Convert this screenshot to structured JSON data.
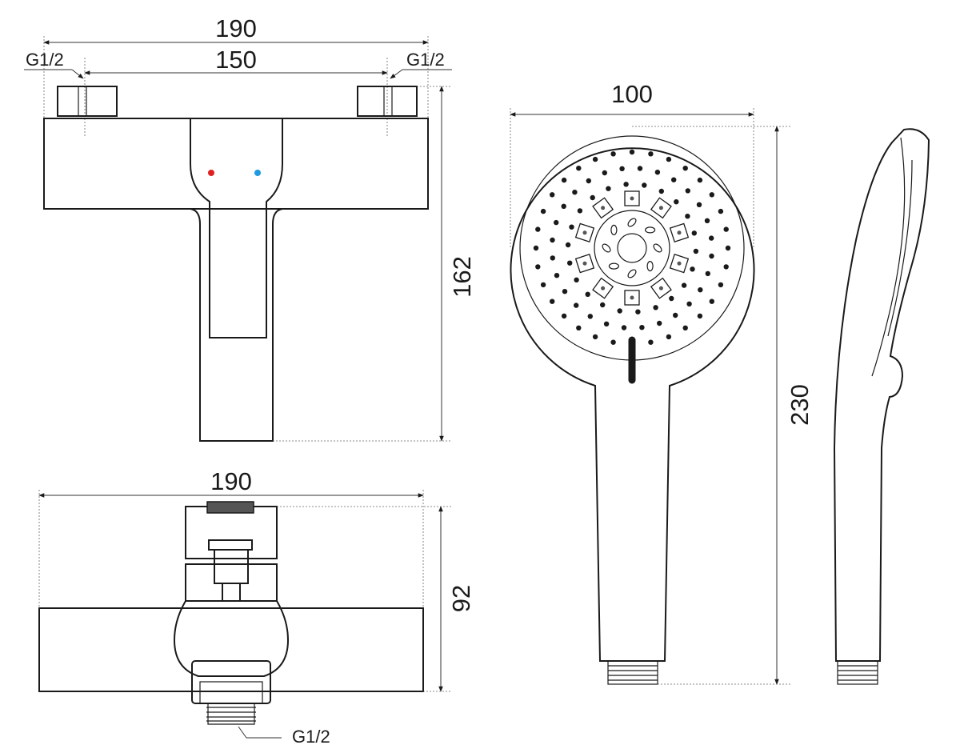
{
  "dimensions": {
    "front_width_total": "190",
    "front_inlet_spacing": "150",
    "front_inlet_left": "G1/2",
    "front_inlet_right": "G1/2",
    "front_height": "162",
    "top_width": "190",
    "top_depth": "92",
    "outlet_thread": "G1/2",
    "handshower_head_diameter": "100",
    "handshower_length": "230"
  },
  "colors": {
    "hot_indicator": "#e02020",
    "cold_indicator": "#1e9be0",
    "line": "#1a1a1a"
  }
}
